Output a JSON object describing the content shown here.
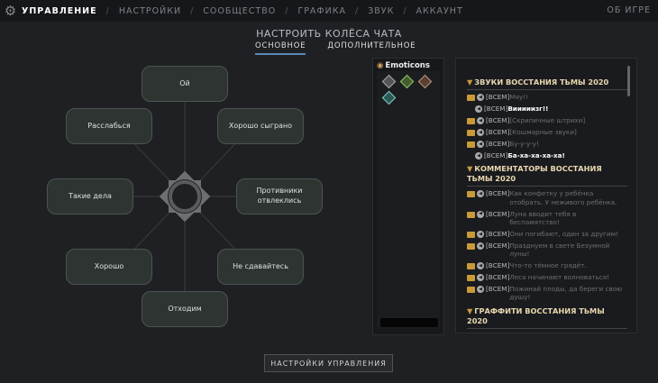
{
  "nav": {
    "items": [
      "УПРАВЛЕНИЕ",
      "НАСТРОЙКИ",
      "СООБЩЕСТВО",
      "ГРАФИКА",
      "ЗВУК",
      "АККАУНТ"
    ],
    "active": 0,
    "about": "ОБ ИГРЕ",
    "separator": "/"
  },
  "title": "НАСТРОИТЬ КОЛЁСА ЧАТА",
  "tabs": [
    "ОСНОВНОЕ",
    "ДОПОЛНИТЕЛЬНОЕ"
  ],
  "wheel": [
    "Ой",
    "Хорошо сыграно",
    "Противники отвлеклись",
    "Не сдавайтесь",
    "Отходим",
    "Хорошо",
    "Такие дела",
    "Расслабься"
  ],
  "emoticons": {
    "title": "Emoticons"
  },
  "chat": {
    "all_tag": "[ВСЕМ]",
    "groups": [
      {
        "title": "ЗВУКИ ВОССТАНИЯ ТЬМЫ 2020",
        "lines": [
          {
            "text": "Мяу!!",
            "locked": true,
            "style": "dim"
          },
          {
            "text": "Вииииизг!!",
            "locked": false,
            "style": "bright"
          },
          {
            "text": "[Скрипичные штрихи]",
            "locked": true,
            "style": "dim"
          },
          {
            "text": "[Кошмарные звуки]",
            "locked": true,
            "style": "dim"
          },
          {
            "text": "Бу-у-у-у!",
            "locked": true,
            "style": "dim"
          },
          {
            "text": "Ба-ха-ха-ха-ха!",
            "locked": false,
            "style": "bright"
          }
        ]
      },
      {
        "title": "КОММЕНТАТОРЫ ВОССТАНИЯ ТЬМЫ 2020",
        "lines": [
          {
            "text": "Как конфетку у ребёнка отобрать. У неживого ребёнка.",
            "locked": true,
            "style": "dim"
          },
          {
            "text": "Луна вводит тебя в беспамятство!",
            "locked": true,
            "style": "dim"
          },
          {
            "text": "Они погибают, один за другим!",
            "locked": true,
            "style": "dim"
          },
          {
            "text": "Празднуем в свете Безумной луны!",
            "locked": true,
            "style": "dim"
          },
          {
            "text": "Что-то тёмное грядёт.",
            "locked": true,
            "style": "dim"
          },
          {
            "text": "Леса начинают волноваться!",
            "locked": true,
            "style": "dim"
          },
          {
            "text": "Пожинай плоды, да береги свою душу!",
            "locked": true,
            "style": "dim"
          }
        ]
      },
      {
        "title": "ГРАФФИТИ ВОССТАНИЯ ТЬМЫ 2020",
        "lines": []
      }
    ]
  },
  "bottom_button": "НАСТРОЙКИ УПРАВЛЕНИЯ"
}
